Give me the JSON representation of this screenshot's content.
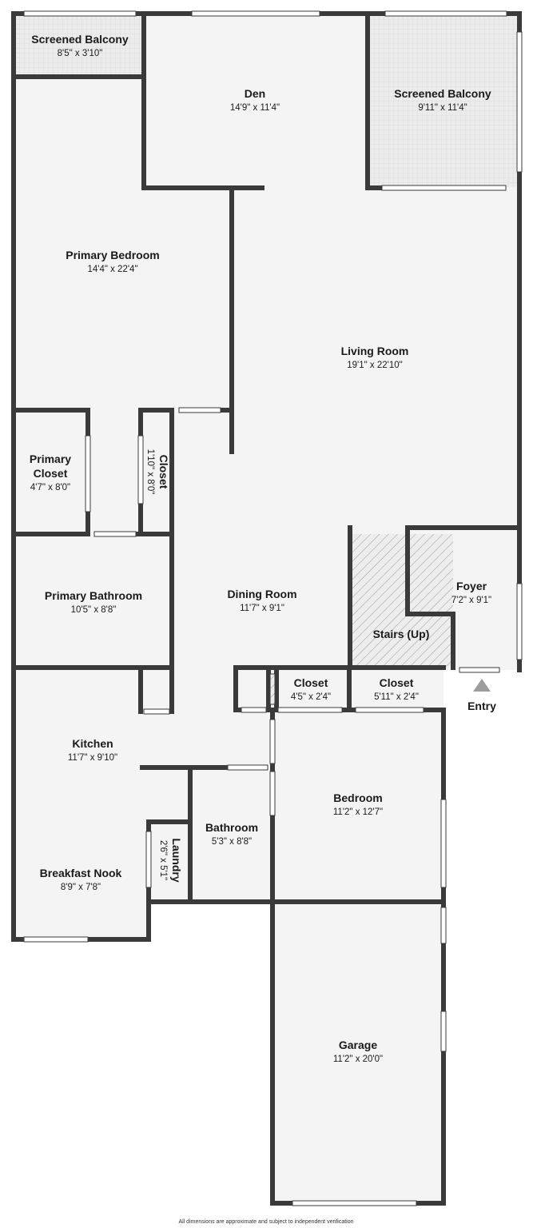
{
  "colors": {
    "wall": "#3a3a3a",
    "floor": "#f4f4f4",
    "balcony": "#e9e9e9",
    "window": "#ffffff",
    "stairs_hatch": "#9a9a9a",
    "entry_marker": "#9d9d9d"
  },
  "rooms": {
    "screened_balcony_left": {
      "name": "Screened Balcony",
      "dims": "8'5\" x 3'10\""
    },
    "den": {
      "name": "Den",
      "dims": "14'9\" x 11'4\""
    },
    "screened_balcony_right": {
      "name": "Screened Balcony",
      "dims": "9'11\" x 11'4\""
    },
    "primary_bedroom": {
      "name": "Primary Bedroom",
      "dims": "14'4\" x 22'4\""
    },
    "living_room": {
      "name": "Living Room",
      "dims": "19'1\" x 22'10\""
    },
    "primary_closet": {
      "name_line1": "Primary",
      "name_line2": "Closet",
      "dims": "4'7\" x 8'0\""
    },
    "closet_vertical": {
      "name": "Closet",
      "dims": "1'10\" x 8'0\""
    },
    "foyer": {
      "name": "Foyer",
      "dims": "7'2\" x 9'1\""
    },
    "primary_bathroom": {
      "name": "Primary Bathroom",
      "dims": "10'5\" x 8'8\""
    },
    "dining_room": {
      "name": "Dining Room",
      "dims": "11'7\" x 9'1\""
    },
    "stairs": {
      "name": "Stairs (Up)"
    },
    "closet_a": {
      "name": "Closet",
      "dims": "4'5\" x 2'4\""
    },
    "closet_b": {
      "name": "Closet",
      "dims": "5'11\" x 2'4\""
    },
    "kitchen": {
      "name": "Kitchen",
      "dims": "11'7\" x 9'10\""
    },
    "bedroom": {
      "name": "Bedroom",
      "dims": "11'2\" x 12'7\""
    },
    "bathroom": {
      "name": "Bathroom",
      "dims": "5'3\" x 8'8\""
    },
    "laundry": {
      "name": "Laundry",
      "dims": "2'6\" x 5'1\""
    },
    "breakfast_nook": {
      "name": "Breakfast Nook",
      "dims": "8'9\" x 7'8\""
    },
    "garage": {
      "name": "Garage",
      "dims": "11'2\" x 20'0\""
    }
  },
  "entry_label": "Entry",
  "footer_note": "All dimensions are approximate and subject to independent verification"
}
